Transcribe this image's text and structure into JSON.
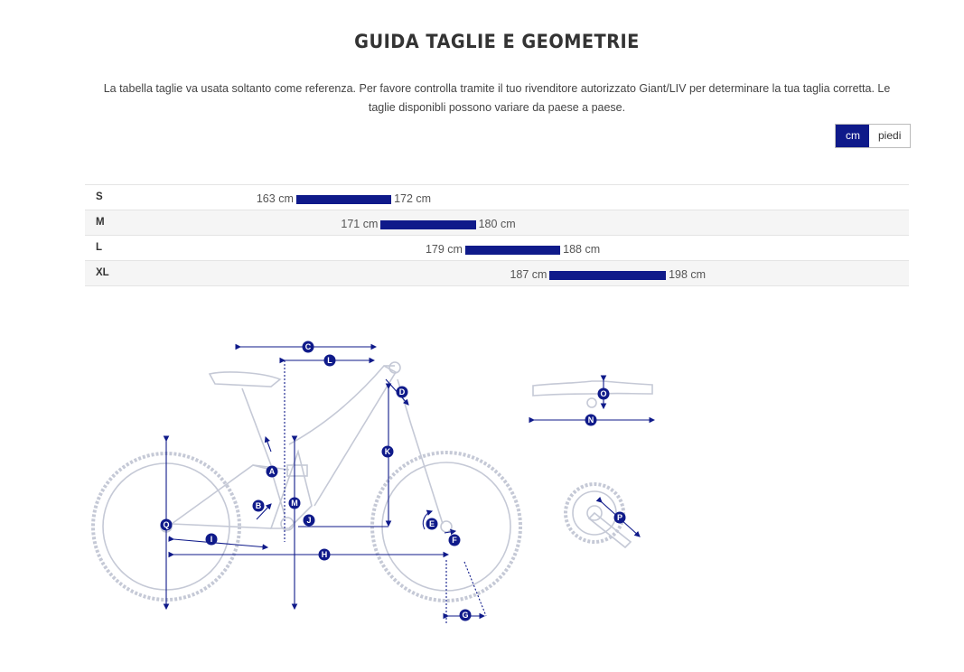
{
  "page_title": "GUIDA TAGLIE E GEOMETRIE",
  "intro_text": "La tabella taglie va usata soltanto come referenza. Per favore controlla tramite il tuo rivenditore autorizzato Giant/LIV per determinare la tua taglia corretta. Le taglie disponibli possono variare da paese a paese.",
  "unit_toggle": {
    "cm_label": "cm",
    "feet_label": "piedi",
    "selected": "cm"
  },
  "size_chart": {
    "scale_min": 143,
    "scale_max": 221,
    "bar_color": "#0f1a8a",
    "unit": "cm",
    "rows": [
      {
        "size": "S",
        "min": 163,
        "max": 172,
        "min_label": "163 cm",
        "max_label": "172 cm"
      },
      {
        "size": "M",
        "min": 171,
        "max": 180,
        "min_label": "171 cm",
        "max_label": "180 cm"
      },
      {
        "size": "L",
        "min": 179,
        "max": 188,
        "min_label": "179 cm",
        "max_label": "188 cm"
      },
      {
        "size": "XL",
        "min": 187,
        "max": 198,
        "min_label": "187 cm",
        "max_label": "198 cm"
      }
    ]
  },
  "geometry_labels": [
    "A",
    "B",
    "C",
    "D",
    "E",
    "F",
    "G",
    "H",
    "I",
    "J",
    "K",
    "L",
    "M",
    "N",
    "O",
    "P",
    "Q"
  ],
  "colors": {
    "accent": "#0f1a8a",
    "diagram_line": "#c8ccd8"
  }
}
